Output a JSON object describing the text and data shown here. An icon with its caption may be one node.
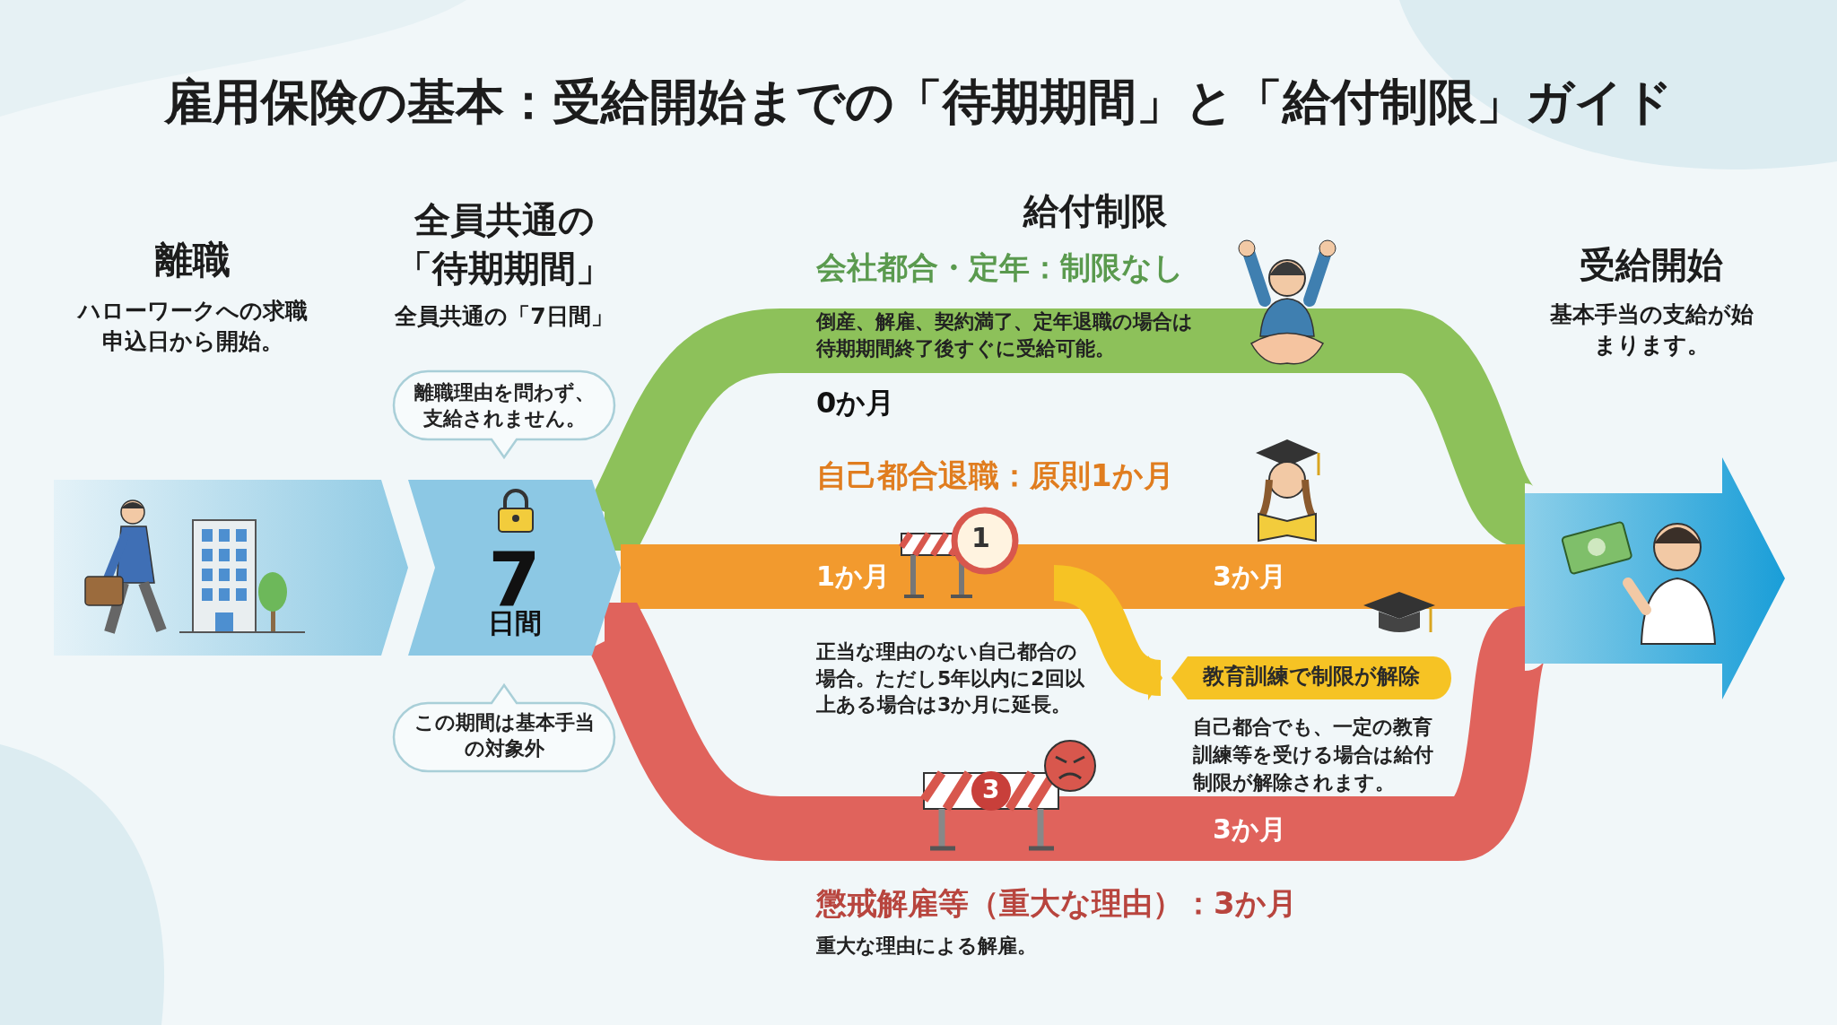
{
  "diagram": {
    "title": "雇用保険の基本：受給開始までの「待期期間」と「給付制限」ガイド",
    "nodes": [
      {
        "text": [],
        "shape": "band"
      },
      {
        "text": [
          "7",
          "日間"
        ]
      },
      {
        "text": [
          "離職理由を問わず、支給されません。"
        ]
      },
      {
        "text": [
          "この期間は基本手当の対象外"
        ]
      },
      {
        "text": [
          "教育訓練で制限が解除"
        ],
        "beside": [
          "自己都合でも、一定の教育訓練等を受ける場合は給付制限が解除されます。"
        ]
      },
      {
        "text": [],
        "shape": "arrow"
      }
    ],
    "edges": [
      {
        "from": 1,
        "to": 5,
        "arrow": "none",
        "color": "#8dc15a"
      },
      {
        "from": 1,
        "to": 5,
        "arrow": "none",
        "color": "#f29a2e"
      },
      {
        "from": 1,
        "to": 5,
        "arrow": "none",
        "color": "#e0635c"
      },
      {
        "from": null,
        "to": 4,
        "arrow": "to",
        "color": "#f6c324"
      }
    ],
    "labels": [
      "離職",
      "ハローワークへの求職申込日から開始。",
      "全員共通の「待期期間」",
      "全員共通の「7日間」",
      "給付制限",
      "会社都合・定年：制限なし",
      "倒産、解雇、契約満了、定年退職の場合は待期期間終了後すぐに受給可能。",
      "受給開始",
      "基本手当の支給が始まります。",
      "0か月",
      "自己都合退職：原則1か月",
      "1",
      "1か月",
      "3か月",
      "正当な理由のない自己都合の場合。ただし5年以内に2回以上ある場合は3か月に延長。",
      "3",
      "3か月",
      "懲戒解雇等（重大な理由）：3か月",
      "重大な理由による解雇。"
    ]
  }
}
